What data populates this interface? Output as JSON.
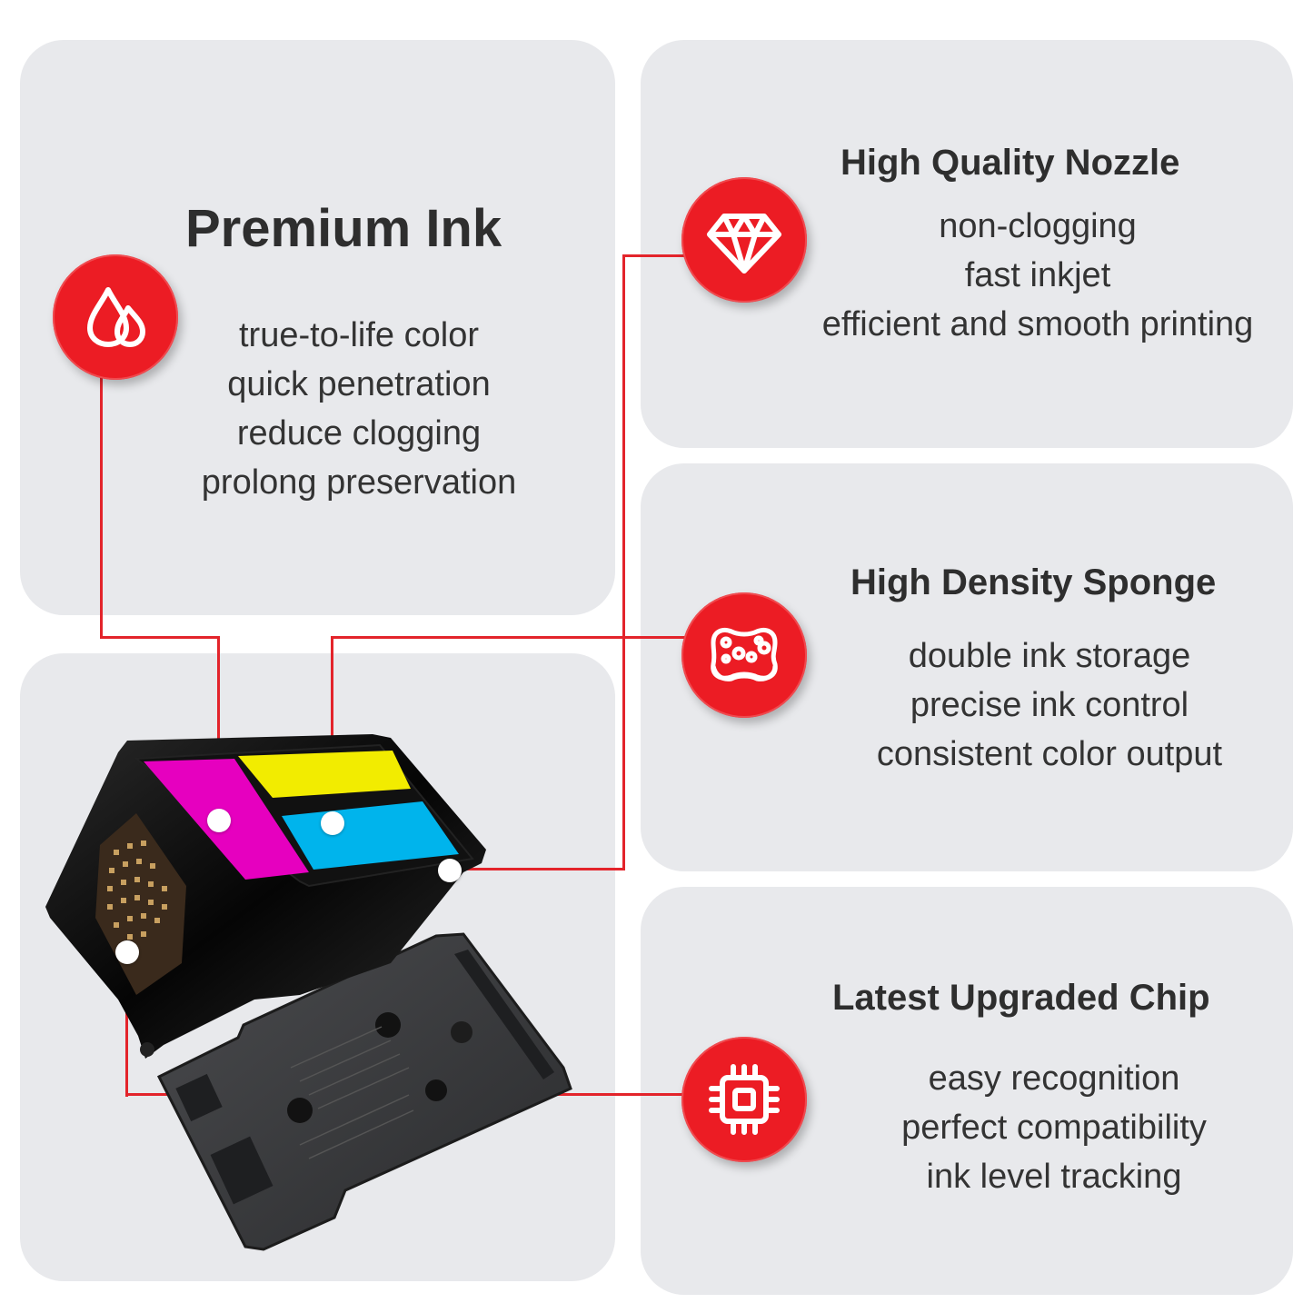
{
  "features": [
    {
      "title": "Premium Ink",
      "icon": "ink-drops-icon",
      "lines": [
        "true-to-life color",
        "quick penetration",
        "reduce clogging",
        "prolong preservation"
      ]
    },
    {
      "title": "High Quality Nozzle",
      "icon": "diamond-icon",
      "lines": [
        "non-clogging",
        "fast inkjet",
        "efficient and smooth printing"
      ]
    },
    {
      "title": "High Density Sponge",
      "icon": "sponge-icon",
      "lines": [
        "double ink storage",
        "precise ink control",
        "consistent color output"
      ]
    },
    {
      "title": "Latest Upgraded Chip",
      "icon": "chip-icon",
      "lines": [
        "easy recognition",
        "perfect compatibility",
        "ink level tracking"
      ]
    }
  ],
  "colors": {
    "accent": "#ec1c24",
    "panel": "#e8e9ec",
    "text": "#333333",
    "magenta": "#e600bf",
    "yellow": "#f2ec00",
    "cyan": "#00b4ec"
  }
}
